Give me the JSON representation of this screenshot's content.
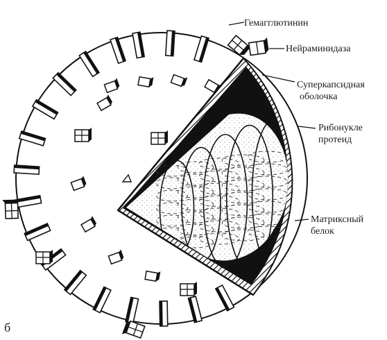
{
  "figure": {
    "panel_letter": "б",
    "labels": {
      "hemagglutinin": "Гемагглютинин",
      "neuraminidase": "Нейраминидаза",
      "supercapsid_line1": "Суперкапсидная",
      "supercapsid_line2": "оболочка",
      "ribonucleo_line1": "Рибонукле",
      "ribonucleo_line2": "протеид",
      "matrix_line1": "Матриксный",
      "matrix_line2": "белок"
    }
  }
}
